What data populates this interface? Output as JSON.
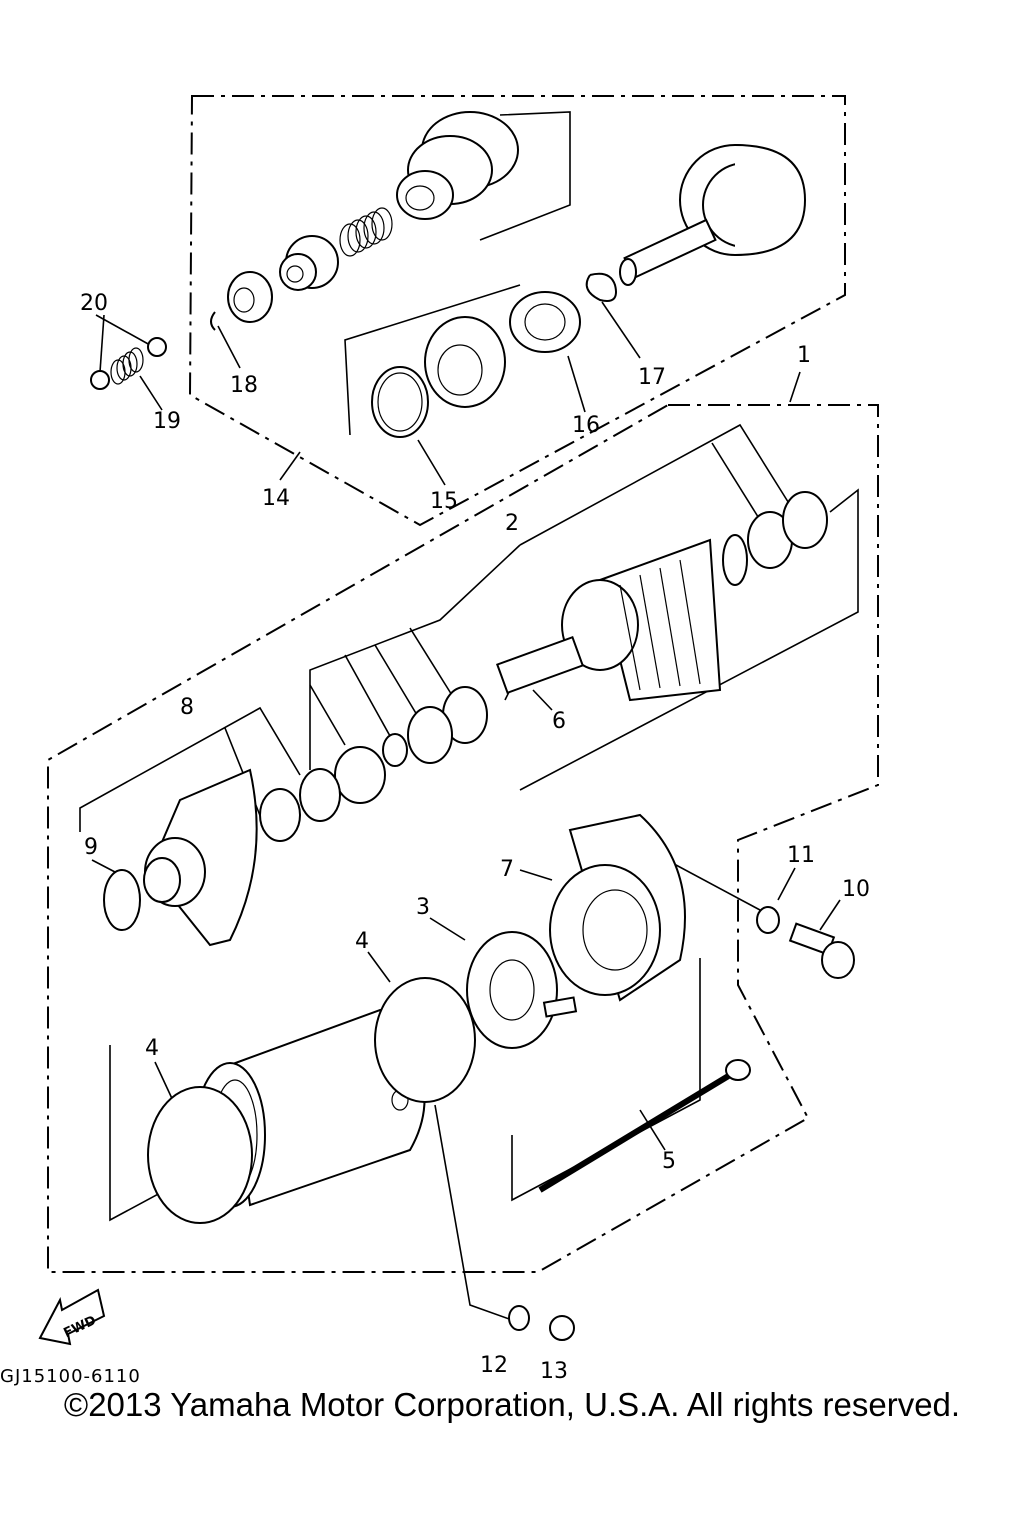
{
  "callouts": {
    "c1": "1",
    "c2": "2",
    "c3": "3",
    "c4a": "4",
    "c4b": "4",
    "c5": "5",
    "c6": "6",
    "c7": "7",
    "c8": "8",
    "c9": "9",
    "c10": "10",
    "c11": "11",
    "c12": "12",
    "c13": "13",
    "c14": "14",
    "c15": "15",
    "c16": "16",
    "c17": "17",
    "c18": "18",
    "c19": "19",
    "c20": "20"
  },
  "fwd_label": "FWD",
  "drawing_code": "GJ15100-6110",
  "copyright": "©2013 Yamaha Motor Corporation, U.S.A. All rights reserved."
}
